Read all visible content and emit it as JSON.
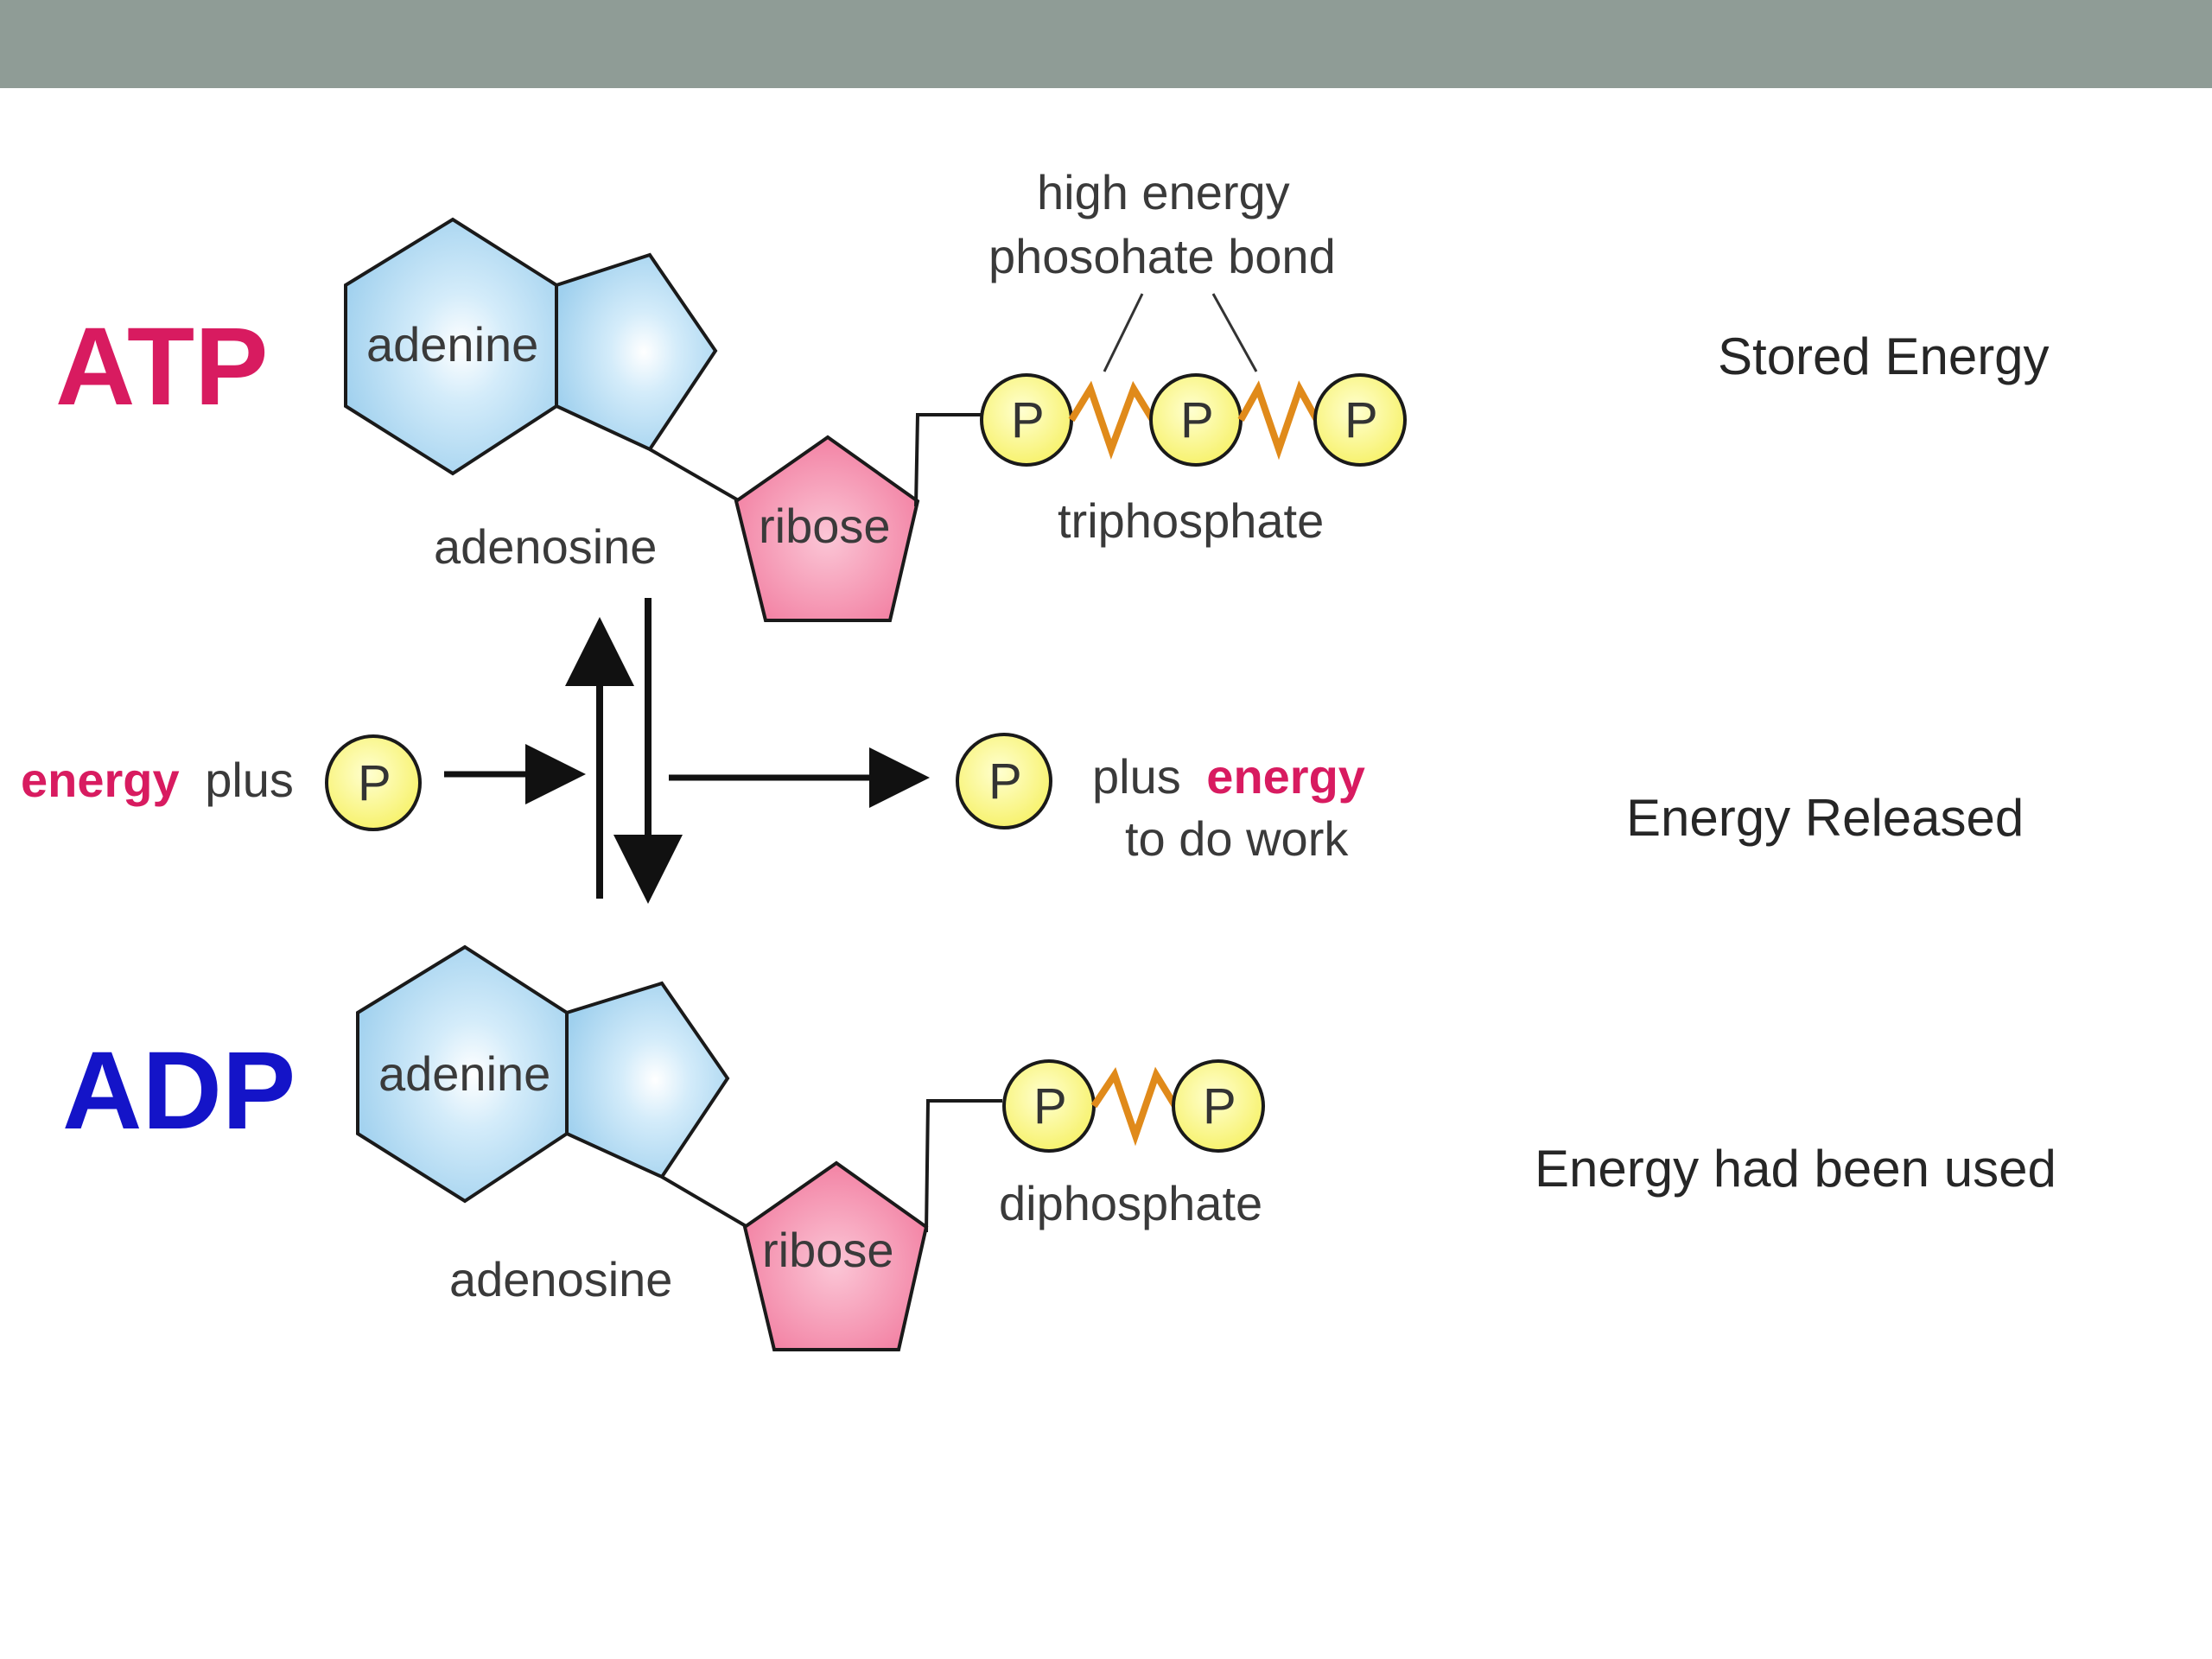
{
  "diagram": {
    "atp": {
      "title": "ATP",
      "adenine": "adenine",
      "adenosine": "adenosine",
      "ribose": "ribose",
      "triphosphate": "triphosphate",
      "bond_label_line1": "high energy",
      "bond_label_line2": "phosohate bond",
      "phosphate_symbol": "P"
    },
    "middle": {
      "left_energy": "energy",
      "left_plus": "plus",
      "right_plus": "plus",
      "right_energy": "energy",
      "right_work": "to do work",
      "phosphate_symbol": "P"
    },
    "adp": {
      "title": "ADP",
      "adenine": "adenine",
      "adenosine": "adenosine",
      "ribose": "ribose",
      "diphosphate": "diphosphate",
      "phosphate_symbol": "P"
    },
    "colors": {
      "atp_title": "#d81b60",
      "adp_title": "#1414c8",
      "energy_word": "#d81b60",
      "adenine_fill": "#9fd0ee",
      "ribose_fill": "#f27da0",
      "phosphate_fill": "#f7f26e",
      "bond_color": "#e08a1a",
      "top_bar": "#8f9c96"
    }
  },
  "notes": {
    "stored": "Stored Energy",
    "released": "Energy Released",
    "used": "Energy had been used"
  }
}
